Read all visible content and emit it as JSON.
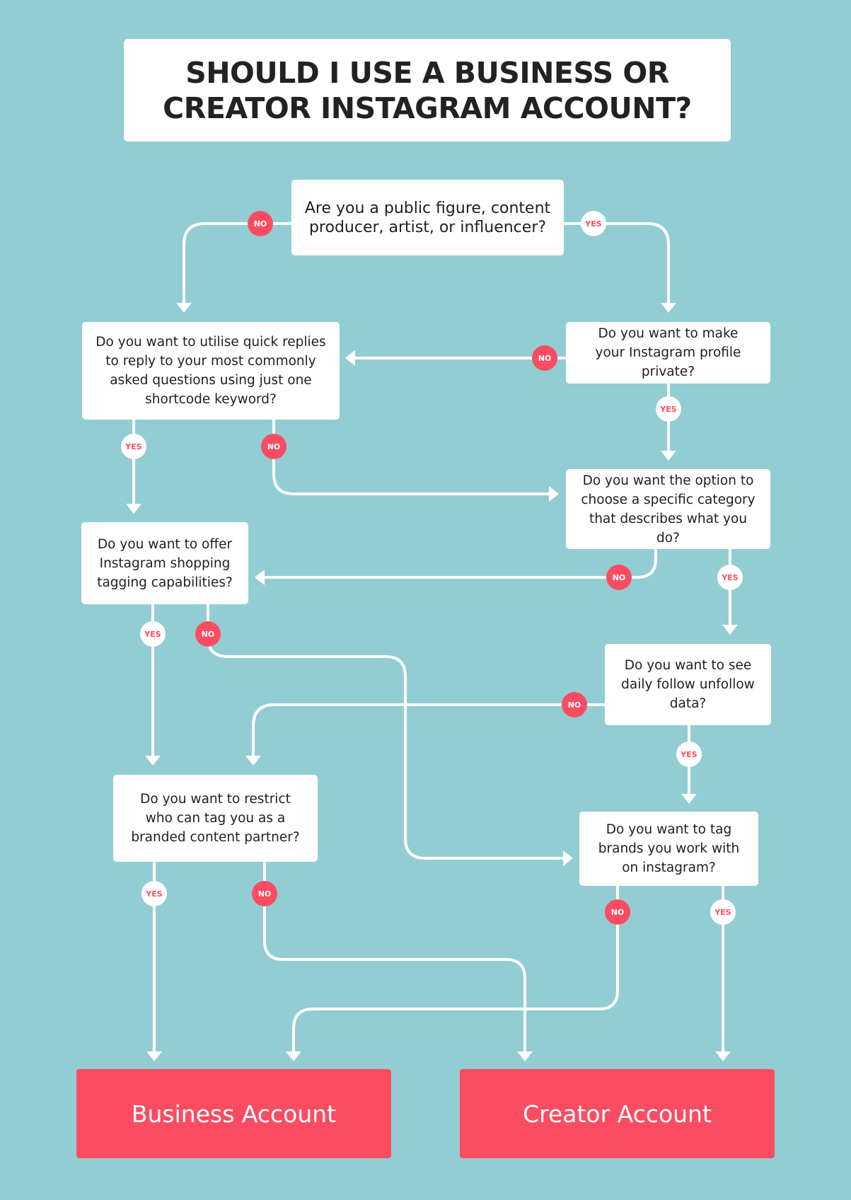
{
  "title": {
    "line1": "SHOULD I USE A BUSINESS OR",
    "line2": "CREATOR INSTAGRAM ACCOUNT?"
  },
  "questions": {
    "q1": "Are you a public figure, content producer, artist, or influencer?",
    "q2": "Do you want to make your Instagram profile private?",
    "q3": "Do you want to utilise quick replies to reply to your most commonly asked questions using just one shortcode keyword?",
    "q4": "Do you want the option to choose a specific category that describes what you do?",
    "q5": "Do you want to offer Instagram shopping tagging capabilities?",
    "q6": "Do you want to see daily follow unfollow data?",
    "q7": "Do you want to restrict who can tag you as a branded content partner?",
    "q8": "Do you want to tag brands you work with on instagram?"
  },
  "outcomes": {
    "business": "Business Account",
    "creator": "Creator Account"
  },
  "labels": {
    "yes": "YES",
    "no": "NO"
  },
  "colors": {
    "background": "#92cdd3",
    "accent": "#fc4c61",
    "box": "#ffffff",
    "line": "#ffffff"
  }
}
